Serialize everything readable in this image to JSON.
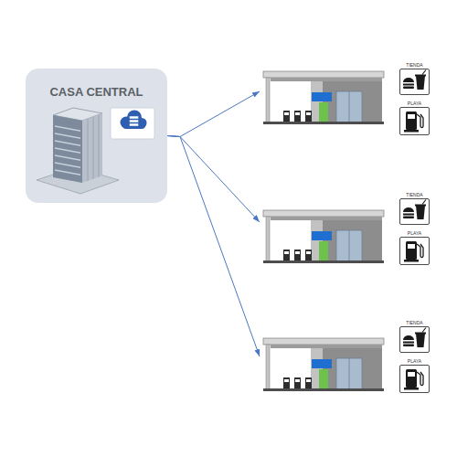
{
  "diagram": {
    "nodes": [
      {
        "text": [
          "CASA CENTRAL"
        ]
      },
      {
        "text": []
      },
      {
        "text": [
          "TIENDA"
        ],
        "in": 1
      },
      {
        "text": [
          "PLAYA"
        ],
        "in": 1
      },
      {
        "text": []
      },
      {
        "text": [
          "TIENDA"
        ],
        "in": 4
      },
      {
        "text": [
          "PLAYA"
        ],
        "in": 4
      },
      {
        "text": []
      },
      {
        "text": [
          "TIENDA"
        ],
        "in": 7
      },
      {
        "text": [
          "PLAYA"
        ],
        "in": 7
      }
    ],
    "edges": [
      {
        "from": 0,
        "to": 1,
        "arrow": "to"
      },
      {
        "from": 0,
        "to": 4,
        "arrow": "to"
      },
      {
        "from": 0,
        "to": 7,
        "arrow": "to"
      }
    ]
  }
}
